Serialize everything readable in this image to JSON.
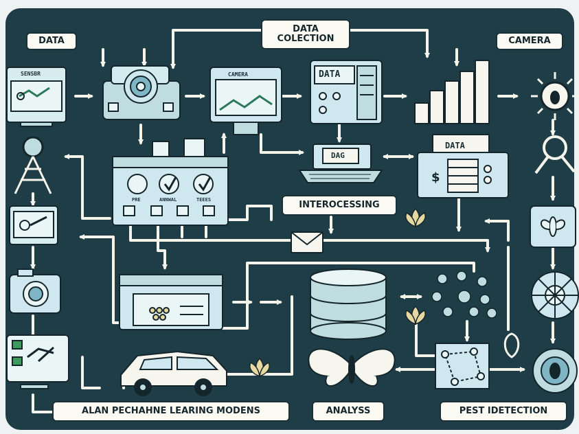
{
  "labels": {
    "data": "DATA",
    "data_collection_1": "DATA",
    "data_collection_2": "COLECTION",
    "camera_top": "CAMERA",
    "sensor": "SENSBR",
    "camera_screen": "CAMERA",
    "data_server": "DATA",
    "dag_laptop": "DAG",
    "data_register": "DATA",
    "panel_pre": "PRE",
    "panel_annual": "ANNWAL",
    "panel_trees": "TEEES",
    "interprocessing": "INTEROCESSING",
    "ml_models": "ALAN PECHAHNE LEARING MODENS",
    "analysis": "ANALYSS",
    "pest_detection": "PEST IDETECTION"
  },
  "colors": {
    "board": "#1e3d47",
    "line": "#f4f4ea",
    "device_fill": "#bfdce0",
    "device_stroke": "#14262c",
    "accent": "#e7d7a0",
    "label_fill": "#fbfbf3"
  },
  "icons": [
    "sensor-monitor-icon",
    "surveillance-camera-icon",
    "camera-screen-icon",
    "data-server-icon",
    "bar-growth-icon",
    "bug-sun-icon",
    "magnifier-icon",
    "processing-panel-icon",
    "laptop-icon",
    "cash-register-icon",
    "weather-tower-icon",
    "envelope-icon",
    "monitor-chart-icon",
    "camera-icon",
    "tablet-icon",
    "truck-icon",
    "database-icon",
    "pest-scatter-icon",
    "lotus-icon",
    "car-icon",
    "butterfly-icon",
    "network-map-icon",
    "mosquito-icon",
    "radar-wheel-icon",
    "beetle-wheel-icon",
    "shield-bug-icon"
  ]
}
